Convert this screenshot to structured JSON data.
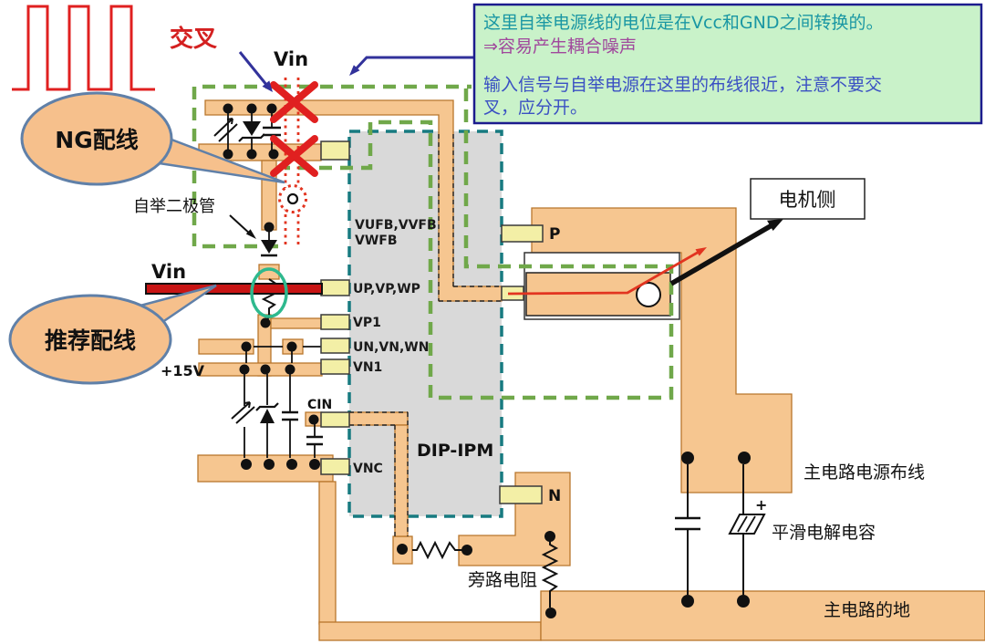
{
  "labels": {
    "cross": "交叉",
    "vin_top": "Vin",
    "vin_left": "Vin",
    "ng_wiring": "NG配线",
    "recommended_wiring": "推荐配线",
    "bootstrap_diode": "自举二极管",
    "supply_15v": "+15V",
    "cin": "CIN",
    "motor_side": "电机侧",
    "main_power_wiring": "主电路电源布线",
    "smoothing_capacitor": "平滑电解电容",
    "main_ground": "主电路的地",
    "bypass_resistor": "旁路电阻",
    "plus_sign": "+"
  },
  "note_box": {
    "line1": "这里自举电源线的电位是在Vcc和GND之间转换的。",
    "line2": "⇒容易产生耦合噪声",
    "line3": "输入信号与自举电源在这里的布线很近，注意不要交",
    "line4": "叉，应分开。"
  },
  "ipm": {
    "title": "DIP-IPM",
    "pin_vufb_line1": "VUFB,VVFB",
    "pin_vufb_line2": "VWFB",
    "pin_up_vp_wp": "UP,VP,WP",
    "pin_vp1": "VP1",
    "pin_un_vn_wn": "UN,VN,WN",
    "pin_vn1": "VN1",
    "pin_vnc": "VNC",
    "pin_p": "P",
    "pin_n": "N"
  },
  "colors": {
    "copper_trace": "#f6c690",
    "trace_border": "#b8762c",
    "pad_yellow": "#f3efa6",
    "ipm_gray": "#d9d9d9",
    "ipm_border_teal": "#177a80",
    "bootstrap_green_dash": "#70a84a",
    "alert_red": "#e02020",
    "callout_fill": "#f6c08c",
    "callout_border": "#6080a8",
    "note_bg": "#c9f2c9",
    "note_border": "#1c1c8e",
    "note_teal_text": "#1a97a3",
    "note_purple_text": "#a0489c",
    "note_blue_text": "#3a50c3",
    "arrow_blue": "#32329b",
    "highlight_ellipse": "#2eb98e",
    "recommended_line": "#c81414"
  }
}
